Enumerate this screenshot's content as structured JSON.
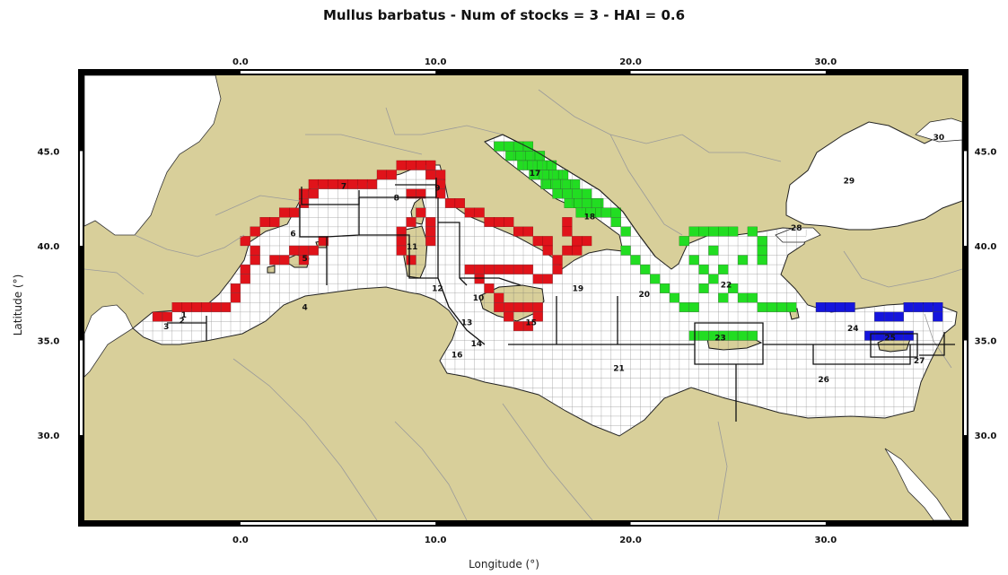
{
  "map": {
    "title": "Mullus barbatus - Num of stocks = 3 - HAI = 0.6",
    "xlabel": "Longitude (°)",
    "ylabel": "Latitude (°)",
    "extent": {
      "lon": [
        -8,
        37
      ],
      "lat": [
        25.5,
        49
      ]
    },
    "xticks": [
      "0.0",
      "10.0",
      "20.0",
      "30.0"
    ],
    "yticks": [
      "45.0",
      "40.0",
      "35.0",
      "30.0"
    ],
    "colors": {
      "land": "#d8cf9a",
      "sea": "#ffffff",
      "grid": "#555555",
      "stock_red": "#e0131a",
      "stock_green": "#22dd22",
      "stock_blue": "#1515dd"
    },
    "gsa_labels": [
      {
        "id": "1",
        "lon": -2.9,
        "lat": 36.2
      },
      {
        "id": "2",
        "lon": -3.0,
        "lat": 35.9
      },
      {
        "id": "3",
        "lon": -3.8,
        "lat": 35.6
      },
      {
        "id": "4",
        "lon": 3.3,
        "lat": 36.6
      },
      {
        "id": "5",
        "lon": 3.3,
        "lat": 39.2
      },
      {
        "id": "6",
        "lon": 2.7,
        "lat": 40.5
      },
      {
        "id": "7",
        "lon": 5.3,
        "lat": 43.0
      },
      {
        "id": "8",
        "lon": 8.0,
        "lat": 42.4
      },
      {
        "id": "9",
        "lon": 10.1,
        "lat": 42.9
      },
      {
        "id": "10",
        "lon": 12.2,
        "lat": 37.1
      },
      {
        "id": "11",
        "lon": 8.8,
        "lat": 39.8
      },
      {
        "id": "12",
        "lon": 10.1,
        "lat": 37.6
      },
      {
        "id": "13",
        "lon": 11.6,
        "lat": 35.8
      },
      {
        "id": "14",
        "lon": 12.1,
        "lat": 34.7
      },
      {
        "id": "15",
        "lon": 14.9,
        "lat": 35.8
      },
      {
        "id": "16",
        "lon": 11.1,
        "lat": 34.1
      },
      {
        "id": "17",
        "lon": 15.1,
        "lat": 43.7
      },
      {
        "id": "18",
        "lon": 17.9,
        "lat": 41.4
      },
      {
        "id": "19",
        "lon": 17.3,
        "lat": 37.6
      },
      {
        "id": "20",
        "lon": 20.7,
        "lat": 37.3
      },
      {
        "id": "21",
        "lon": 19.4,
        "lat": 33.4
      },
      {
        "id": "22",
        "lon": 24.9,
        "lat": 37.8
      },
      {
        "id": "23",
        "lon": 24.6,
        "lat": 35.0
      },
      {
        "id": "24",
        "lon": 31.4,
        "lat": 35.5
      },
      {
        "id": "25",
        "lon": 33.3,
        "lat": 35.0
      },
      {
        "id": "26",
        "lon": 29.9,
        "lat": 32.8
      },
      {
        "id": "27",
        "lon": 34.8,
        "lat": 33.8
      },
      {
        "id": "28",
        "lon": 28.5,
        "lat": 40.8
      },
      {
        "id": "29",
        "lon": 31.2,
        "lat": 43.3
      },
      {
        "id": "30",
        "lon": 35.8,
        "lat": 45.6
      }
    ]
  }
}
